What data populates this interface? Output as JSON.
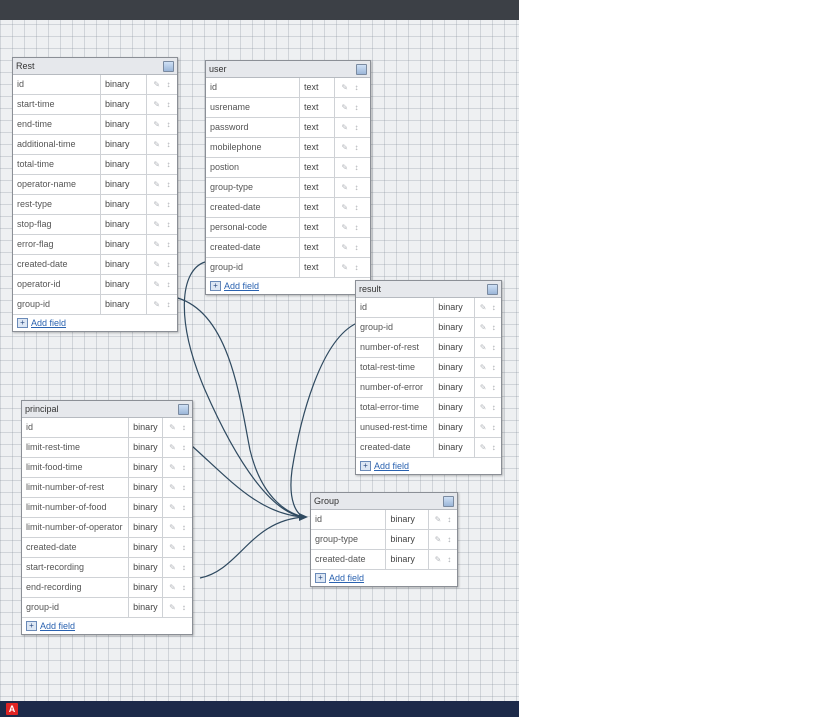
{
  "colors": {
    "canvas_bg": "#eef0f2",
    "link_color": "#2f4a60",
    "add_field_color": "#2a62b0"
  },
  "add_field_label": "Add field",
  "add_icon": "add-field-icon",
  "tables": {
    "rest": {
      "title": "Rest",
      "fields": [
        {
          "name": "id",
          "type": "binary"
        },
        {
          "name": "start-time",
          "type": "binary"
        },
        {
          "name": "end-time",
          "type": "binary"
        },
        {
          "name": "additional-time",
          "type": "binary"
        },
        {
          "name": "total-time",
          "type": "binary"
        },
        {
          "name": "operator-name",
          "type": "binary"
        },
        {
          "name": "rest-type",
          "type": "binary"
        },
        {
          "name": "stop-flag",
          "type": "binary"
        },
        {
          "name": "error-flag",
          "type": "binary"
        },
        {
          "name": "created-date",
          "type": "binary"
        },
        {
          "name": "operator-id",
          "type": "binary"
        },
        {
          "name": "group-id",
          "type": "binary"
        }
      ]
    },
    "user": {
      "title": "user",
      "fields": [
        {
          "name": "id",
          "type": "text"
        },
        {
          "name": "usrename",
          "type": "text"
        },
        {
          "name": "password",
          "type": "text"
        },
        {
          "name": "mobilephone",
          "type": "text"
        },
        {
          "name": "postion",
          "type": "text"
        },
        {
          "name": "group-type",
          "type": "text"
        },
        {
          "name": "created-date",
          "type": "text"
        },
        {
          "name": "personal-code",
          "type": "text"
        },
        {
          "name": "created-date",
          "type": "text"
        },
        {
          "name": "group-id",
          "type": "text"
        }
      ]
    },
    "result": {
      "title": "result",
      "fields": [
        {
          "name": "id",
          "type": "binary"
        },
        {
          "name": "group-id",
          "type": "binary"
        },
        {
          "name": "number-of-rest",
          "type": "binary"
        },
        {
          "name": "total-rest-time",
          "type": "binary"
        },
        {
          "name": "number-of-error",
          "type": "binary"
        },
        {
          "name": "total-error-time",
          "type": "binary"
        },
        {
          "name": "unused-rest-time",
          "type": "binary"
        },
        {
          "name": "created-date",
          "type": "binary"
        }
      ]
    },
    "principal": {
      "title": "principal",
      "fields": [
        {
          "name": "id",
          "type": "binary"
        },
        {
          "name": "limit-rest-time",
          "type": "binary"
        },
        {
          "name": "limit-food-time",
          "type": "binary"
        },
        {
          "name": "limit-number-of-rest",
          "type": "binary"
        },
        {
          "name": "limit-number-of-food",
          "type": "binary"
        },
        {
          "name": "limit-number-of-operator",
          "type": "binary"
        },
        {
          "name": "created-date",
          "type": "binary"
        },
        {
          "name": "start-recording",
          "type": "binary"
        },
        {
          "name": "end-recording",
          "type": "binary"
        },
        {
          "name": "group-id",
          "type": "binary"
        }
      ]
    },
    "group": {
      "title": "Group",
      "fields": [
        {
          "name": "id",
          "type": "binary"
        },
        {
          "name": "group-type",
          "type": "binary"
        },
        {
          "name": "created-date",
          "type": "binary"
        }
      ]
    }
  },
  "taskbar": {
    "app_icon": "pdf-reader-icon"
  }
}
